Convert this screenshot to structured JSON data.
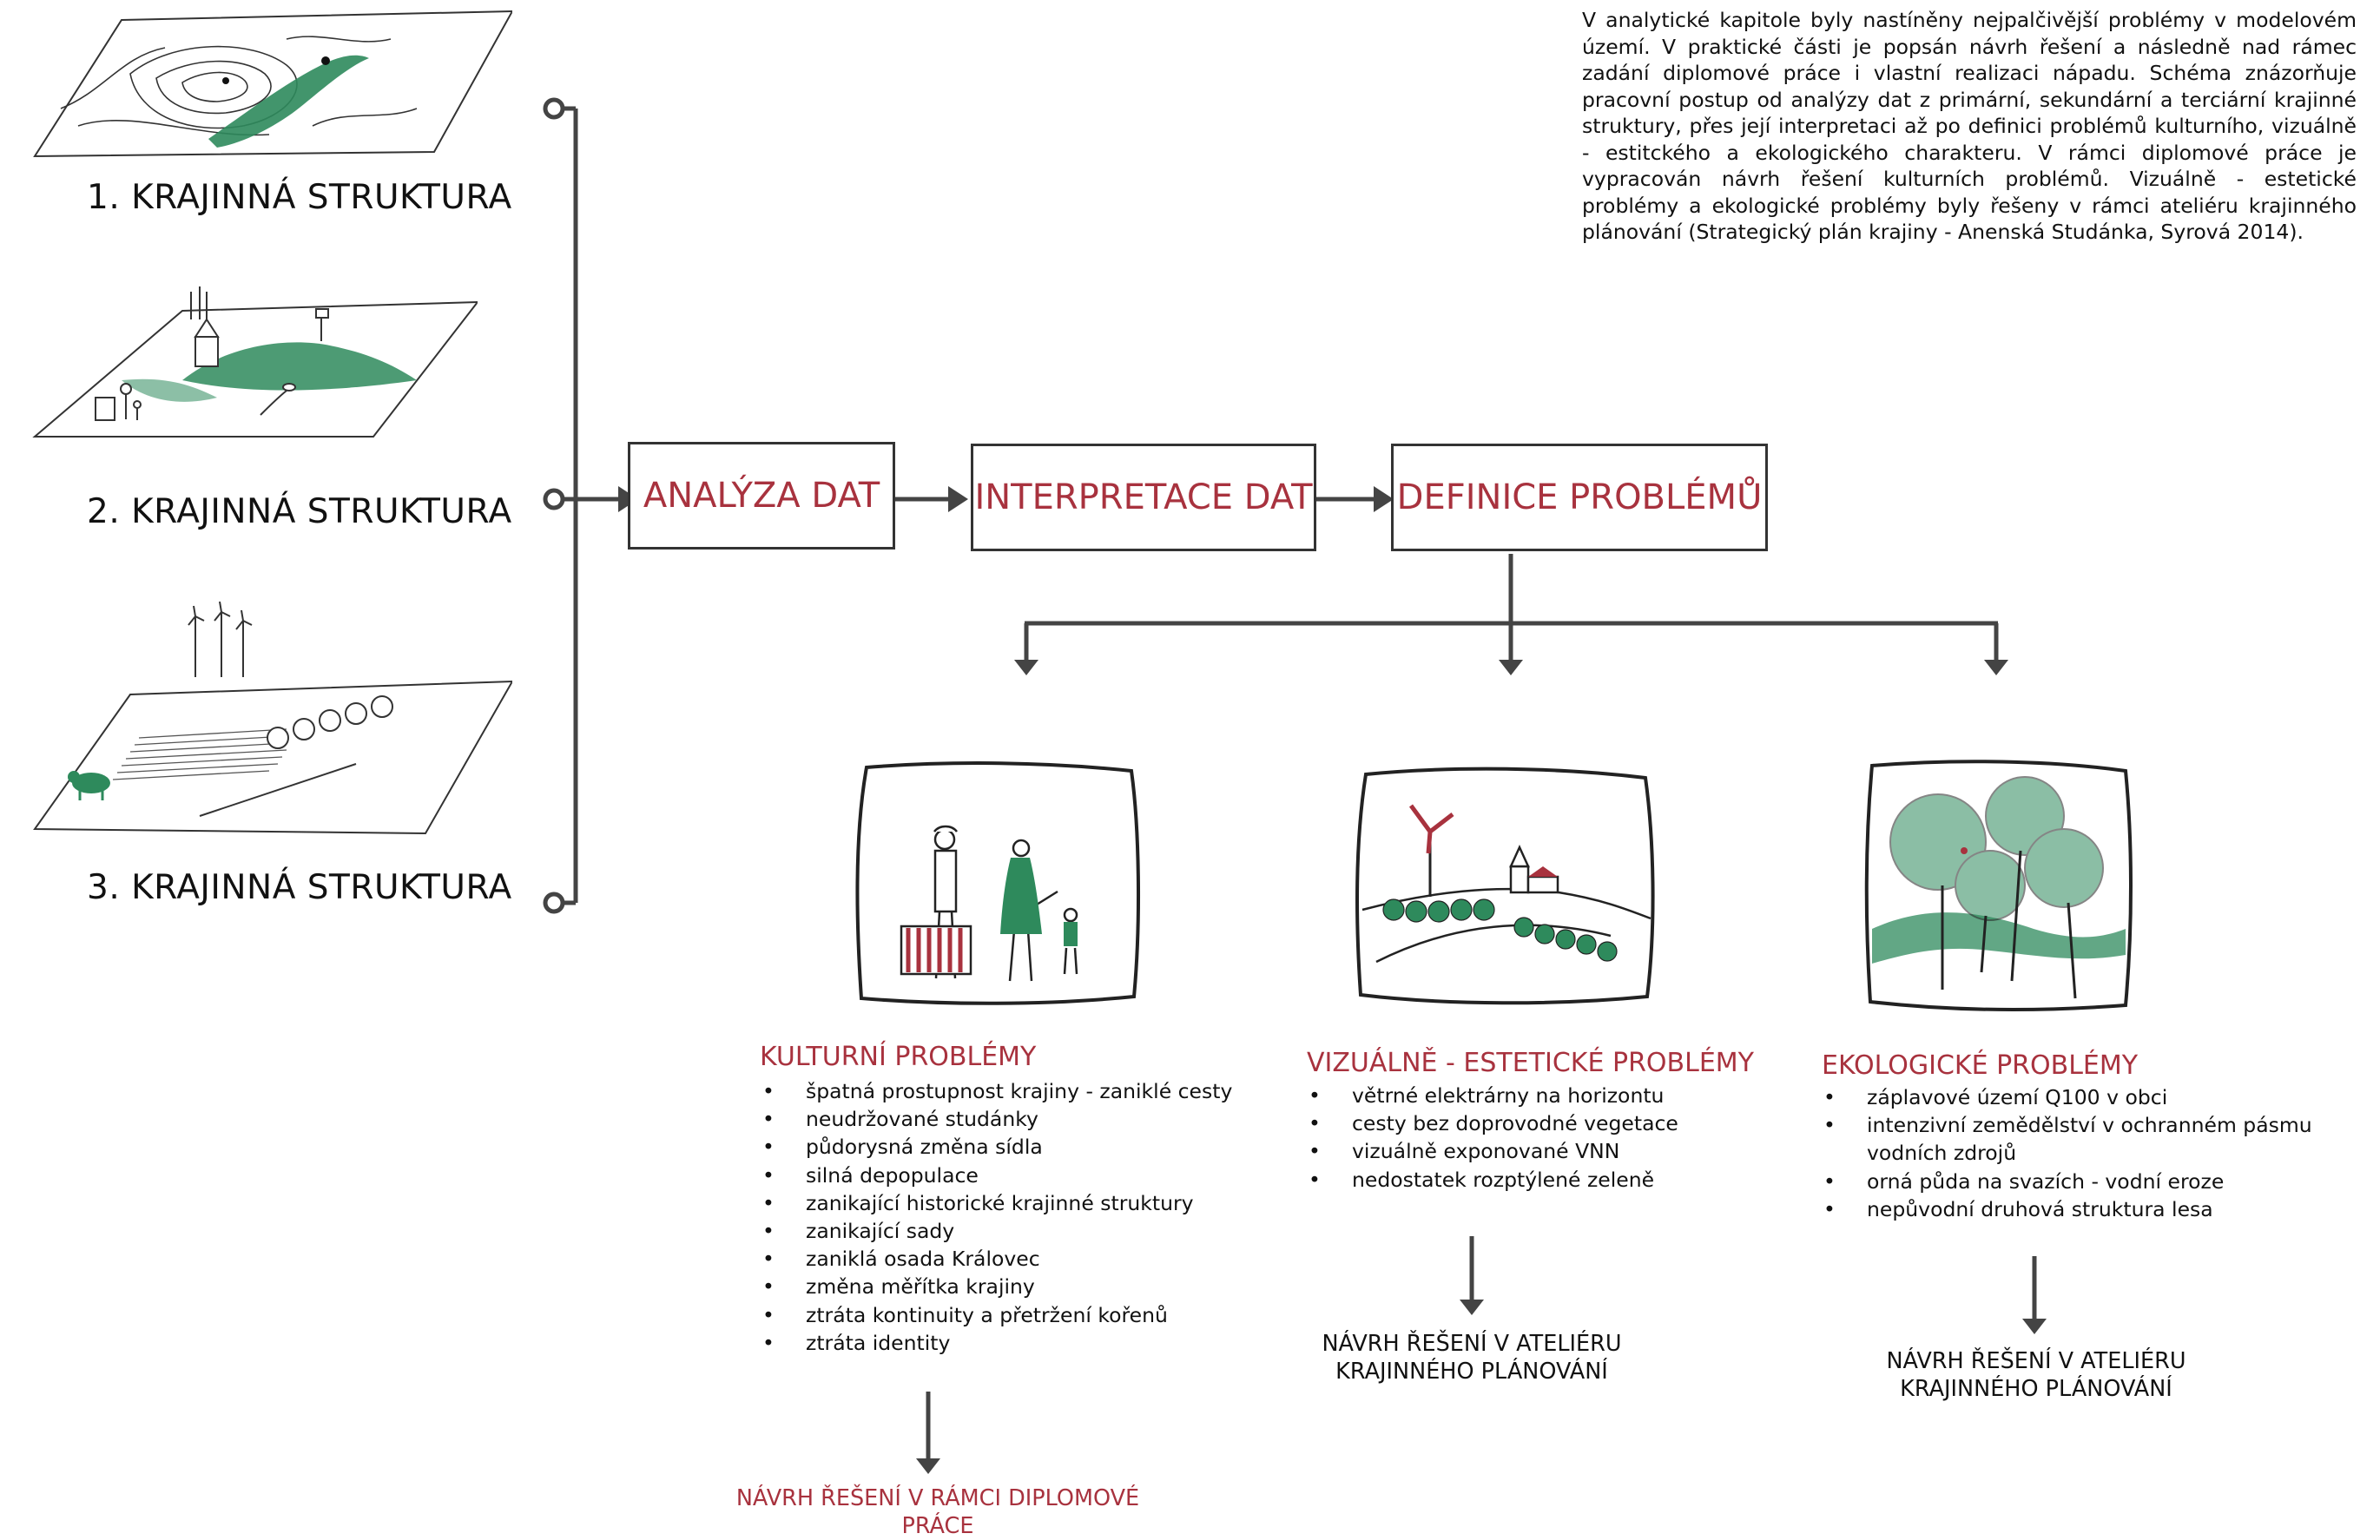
{
  "intro_text": "V analytické kapitole byly nastíněny nejpalčivější problémy v modelovém území. V  praktické části je popsán návrh řešení a následně nad rámec zadání diplomové práce i vlastní realizaci nápadu. Schéma znázorňuje pracovní postup od analýzy dat z primární, sekundární a terciární krajinné struktury, přes její interpretaci až po definici problémů kulturního, vizuálně - estitckého a ekologického charakteru. V rámci diplomové práce je vypracován návrh řešení kulturních problémů. Vizuálně - estetické problémy a ekologické problémy byly  řešeny v rámci ateliéru krajinného plánování (Strategický plán krajiny - Anenská Studánka, Syrová 2014).",
  "structures": [
    {
      "label": "1. KRAJINNÁ STRUKTURA"
    },
    {
      "label": "2. KRAJINNÁ STRUKTURA"
    },
    {
      "label": "3. KRAJINNÁ STRUKTURA"
    }
  ],
  "process": {
    "analysis": "ANALÝZA DAT",
    "interpretation": "INTERPRETACE DAT",
    "definition": "DEFINICE PROBLÉMŮ"
  },
  "categories": [
    {
      "title": "KULTURNÍ PROBLÉMY",
      "items": [
        "špatná prostupnost krajiny - zaniklé cesty",
        "neudržované studánky",
        "půdorysná změna sídla",
        "silná depopulace",
        "zanikající historické krajinné struktury",
        "zanikající sady",
        "zaniklá osada Královec",
        "změna měřítka krajiny",
        "ztráta kontinuity a přetržení kořenů",
        "ztráta identity"
      ],
      "solution": [
        "NÁVRH ŘEŠENÍ V RÁMCI  DIPLOMOVÉ",
        "PRÁCE"
      ]
    },
    {
      "title": "VIZUÁLNĚ - ESTETICKÉ PROBLÉMY",
      "items": [
        "větrné elektrárny na horizontu",
        "cesty bez doprovodné vegetace",
        "vizuálně exponované VNN",
        "nedostatek rozptýlené zeleně"
      ],
      "solution": [
        "NÁVRH ŘEŠENÍ V ATELIÉRU",
        "KRAJINNÉHO PLÁNOVÁNÍ"
      ]
    },
    {
      "title": "EKOLOGICKÉ PROBLÉMY",
      "items": [
        "záplavové území Q100 v obci",
        "intenzivní zemědělství v ochranném pásmu vodních zdrojů",
        "orná půda na svazích - vodní eroze",
        "nepůvodní druhová struktura lesa"
      ],
      "solution": [
        "NÁVRH ŘEŠENÍ V ATELIÉRU",
        "KRAJINNÉHO PLÁNOVÁNÍ"
      ]
    }
  ],
  "colors": {
    "accent_red": "#a8323e",
    "accent_green": "#2e8a5c",
    "connector": "#444444"
  }
}
